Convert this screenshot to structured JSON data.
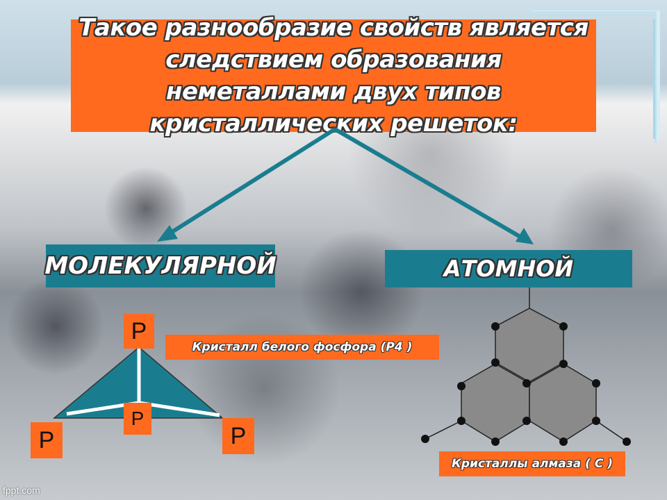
{
  "title": "Такое разнообразие свойств является следствием образования неметаллами двух типов кристаллических решеток:",
  "left_type": "МОЛЕКУЛЯРНОЙ",
  "right_type": "АТОМНОЙ",
  "phosphorus": {
    "label": "Кристалл белого фосфора (Р4 )",
    "atom_symbol": "Р"
  },
  "diamond": {
    "label": "Кристаллы  алмаза ( С )"
  },
  "footer": "fppt.com",
  "colors": {
    "orange": "#ff6a1f",
    "teal": "#1a7d8f",
    "hex_fill": "#8a8a8a"
  }
}
